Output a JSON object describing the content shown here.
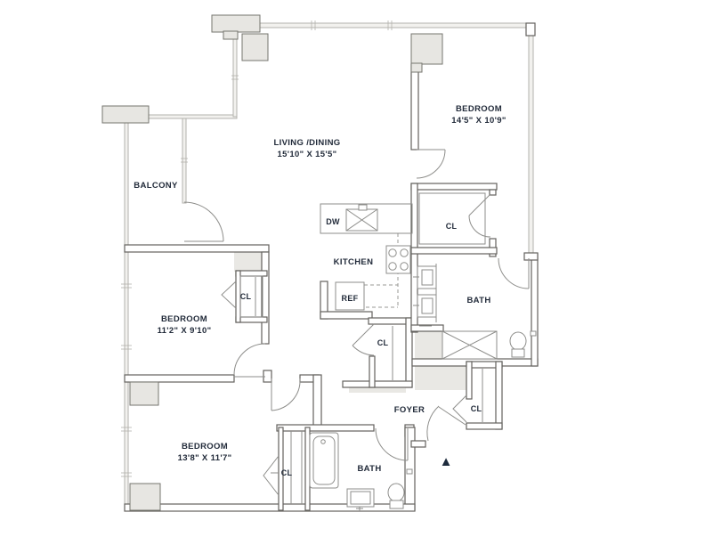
{
  "rooms": {
    "living": {
      "name": "LIVING /DINING",
      "dims": "15'10\" X 15'5\""
    },
    "bedroom_top": {
      "name": "BEDROOM",
      "dims": "14'5\" X 10'9\""
    },
    "bedroom_mid": {
      "name": "BEDROOM",
      "dims": "11'2\" X 9'10\""
    },
    "bedroom_bottom": {
      "name": "BEDROOM",
      "dims": "13'8\" X 11'7\""
    },
    "balcony": {
      "name": "BALCONY"
    },
    "kitchen": {
      "name": "KITCHEN"
    },
    "foyer": {
      "name": "FOYER"
    },
    "bath_top": {
      "name": "BATH"
    },
    "bath_bottom": {
      "name": "BATH"
    }
  },
  "labels": {
    "closet": "CL",
    "dishwasher": "DW",
    "refrigerator": "REF"
  },
  "entry_marker": "▲",
  "colors": {
    "wall": "#63625e",
    "window_wall": "#b3b2ad",
    "column_fill": "#e7e6e2",
    "shaft_fill": "#e9e8e4",
    "fixture_line": "#8e8e8b",
    "label_text": "#222b3a",
    "entry_triangle": "#1d2b3d"
  }
}
